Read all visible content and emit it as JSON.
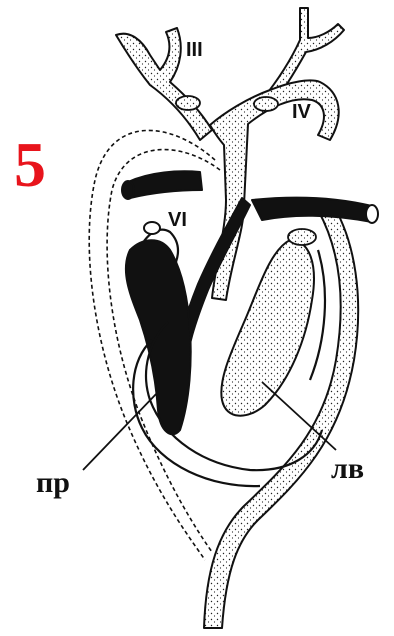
{
  "figure_number": "5",
  "labels": {
    "arch_3": "III",
    "arch_4": "IV",
    "arch_6": "VI",
    "right_side": "пр",
    "left_side": "лв"
  },
  "colors": {
    "figure_number": "#e8141c",
    "ink": "#111111",
    "venous_fill": "#111111",
    "arterial_fill": "#ffffff",
    "background": "#ffffff"
  }
}
